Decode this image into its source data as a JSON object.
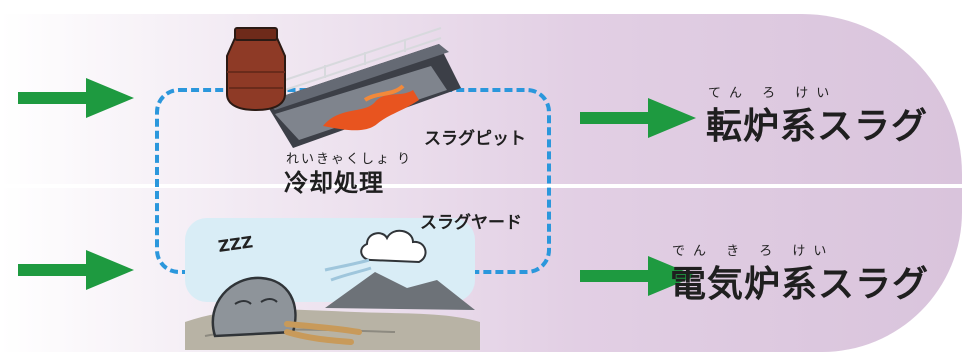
{
  "colors": {
    "arrow": "#1e9a40",
    "dashed_border": "#2b97dc",
    "band": "#e2cfe4",
    "molten_slag": "#e8541f"
  },
  "top": {
    "pit_label": "スラグピット",
    "output": {
      "ruby": "てん ろ けい",
      "text": "転炉系スラグ"
    }
  },
  "center": {
    "ruby": "れいきゃくしょ り",
    "text": "冷却処理"
  },
  "bottom": {
    "yard_label": "スラグヤード",
    "output": {
      "ruby": "でん き ろ けい",
      "text": "電気炉系スラグ"
    },
    "sleep_icon_text": "ZZZ"
  },
  "icons": [
    "right-arrow-icon",
    "converter-icon",
    "slag-pit-icon",
    "sleeping-rock-icon",
    "cloud-icon",
    "mountain-icon"
  ]
}
